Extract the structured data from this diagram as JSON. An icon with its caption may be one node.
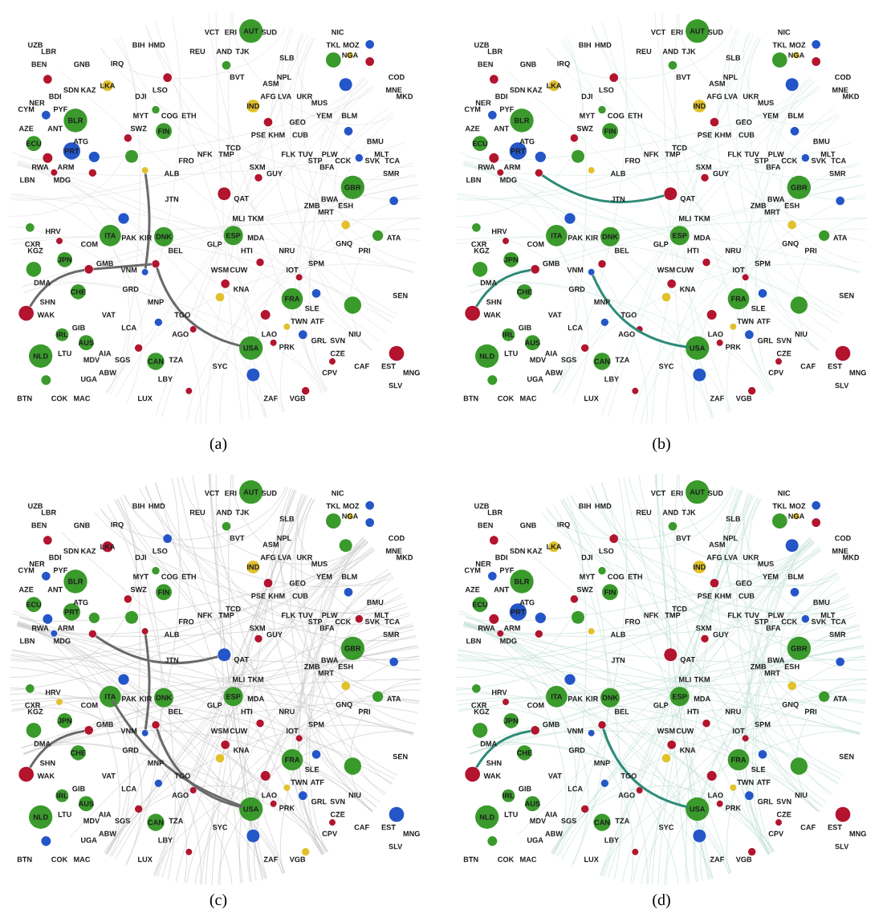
{
  "diagram": {
    "nodes": [
      {
        "text": [
          "AUT"
        ]
      },
      {
        "text": [],
        "shape": "circle"
      },
      {
        "text": [],
        "shape": "circle"
      },
      {
        "text": [],
        "shape": "circle"
      },
      {
        "text": [
          "NGA"
        ]
      },
      {
        "text": [],
        "shape": "circle"
      },
      {
        "text": [],
        "shape": "circle"
      },
      {
        "text": [],
        "shape": "circle"
      },
      {
        "text": [
          "LKA"
        ]
      },
      {
        "text": [],
        "shape": "circle"
      },
      {
        "text": [
          "IND"
        ]
      },
      {
        "text": [],
        "shape": "circle"
      },
      {
        "text": [],
        "shape": "circle"
      },
      {
        "text": [
          "BLR"
        ]
      },
      {
        "text": [],
        "shape": "circle"
      },
      {
        "text": [],
        "shape": "circle"
      },
      {
        "text": [
          "FIN"
        ]
      },
      {
        "text": [],
        "shape": "circle"
      },
      {
        "text": [
          "ECU"
        ]
      },
      {
        "text": [
          "PRT"
        ]
      },
      {
        "text": [],
        "shape": "circle"
      },
      {
        "text": [],
        "shape": "circle"
      },
      {
        "text": [],
        "shape": "circle"
      },
      {
        "text": [],
        "shape": "circle"
      },
      {
        "text": [],
        "shape": "circle"
      },
      {
        "text": [],
        "shape": "circle"
      },
      {
        "text": [],
        "shape": "circle"
      },
      {
        "text": [],
        "shape": "circle"
      },
      {
        "text": [
          "GBR"
        ]
      },
      {
        "text": [],
        "shape": "circle"
      },
      {
        "text": [],
        "shape": "circle"
      },
      {
        "text": [],
        "shape": "circle"
      },
      {
        "text": [],
        "shape": "circle"
      },
      {
        "text": [],
        "shape": "circle"
      },
      {
        "text": [],
        "shape": "circle"
      },
      {
        "text": [
          "ITA"
        ]
      },
      {
        "text": [
          "DNK"
        ]
      },
      {
        "text": [
          "ESP"
        ]
      },
      {
        "text": [],
        "shape": "circle"
      },
      {
        "text": [
          "JPN"
        ]
      },
      {
        "text": [],
        "shape": "circle"
      },
      {
        "text": [],
        "shape": "circle"
      },
      {
        "text": [],
        "shape": "circle"
      },
      {
        "text": [],
        "shape": "circle"
      },
      {
        "text": [],
        "shape": "circle"
      },
      {
        "text": [],
        "shape": "circle"
      },
      {
        "text": [
          "CHE"
        ]
      },
      {
        "text": [],
        "shape": "circle"
      },
      {
        "text": [
          "FRA"
        ]
      },
      {
        "text": [],
        "shape": "circle"
      },
      {
        "text": [],
        "shape": "circle"
      },
      {
        "text": [],
        "shape": "circle"
      },
      {
        "text": [],
        "shape": "circle"
      },
      {
        "text": [],
        "shape": "circle"
      },
      {
        "text": [],
        "shape": "circle"
      },
      {
        "text": [],
        "shape": "circle"
      },
      {
        "text": [
          "IRL"
        ]
      },
      {
        "text": [
          "AUS"
        ]
      },
      {
        "text": [],
        "shape": "circle"
      },
      {
        "text": [],
        "shape": "circle"
      },
      {
        "text": [
          "USA"
        ]
      },
      {
        "text": [],
        "shape": "circle"
      },
      {
        "text": [],
        "shape": "circle"
      },
      {
        "text": [],
        "shape": "circle"
      },
      {
        "text": [
          "NLD"
        ]
      },
      {
        "text": [
          "CAN"
        ]
      },
      {
        "text": [],
        "shape": "circle"
      },
      {
        "text": [],
        "shape": "circle"
      },
      {
        "text": [],
        "shape": "circle"
      },
      {
        "text": [],
        "shape": "circle"
      },
      {
        "text": [],
        "shape": "circle"
      },
      {
        "text": [
          "AUT"
        ]
      },
      {
        "text": [],
        "shape": "circle"
      },
      {
        "text": [],
        "shape": "circle"
      },
      {
        "text": [],
        "shape": "circle"
      },
      {
        "text": [
          "NGA"
        ]
      },
      {
        "text": [],
        "shape": "circle"
      },
      {
        "text": [],
        "shape": "circle"
      },
      {
        "text": [],
        "shape": "circle"
      },
      {
        "text": [
          "LKA"
        ]
      },
      {
        "text": [],
        "shape": "circle"
      },
      {
        "text": [
          "IND"
        ]
      },
      {
        "text": [],
        "shape": "circle"
      },
      {
        "text": [],
        "shape": "circle"
      },
      {
        "text": [
          "BLR"
        ]
      },
      {
        "text": [],
        "shape": "circle"
      },
      {
        "text": [],
        "shape": "circle"
      },
      {
        "text": [
          "FIN"
        ]
      },
      {
        "text": [],
        "shape": "circle"
      },
      {
        "text": [
          "ECU"
        ]
      },
      {
        "text": [
          "PRT"
        ]
      },
      {
        "text": [],
        "shape": "circle"
      },
      {
        "text": [],
        "shape": "circle"
      },
      {
        "text": [],
        "shape": "circle"
      },
      {
        "text": [],
        "shape": "circle"
      },
      {
        "text": [],
        "shape": "circle"
      },
      {
        "text": [],
        "shape": "circle"
      },
      {
        "text": [],
        "shape": "circle"
      },
      {
        "text": [],
        "shape": "circle"
      },
      {
        "text": [
          "GBR"
        ]
      },
      {
        "text": [],
        "shape": "circle"
      },
      {
        "text": [],
        "shape": "circle"
      },
      {
        "text": [],
        "shape": "circle"
      },
      {
        "text": [],
        "shape": "circle"
      },
      {
        "text": [],
        "shape": "circle"
      },
      {
        "text": [],
        "shape": "circle"
      },
      {
        "text": [
          "ITA"
        ]
      },
      {
        "text": [
          "DNK"
        ]
      },
      {
        "text": [
          "ESP"
        ]
      },
      {
        "text": [],
        "shape": "circle"
      },
      {
        "text": [
          "JPN"
        ]
      },
      {
        "text": [],
        "shape": "circle"
      },
      {
        "text": [],
        "shape": "circle"
      },
      {
        "text": [],
        "shape": "circle"
      },
      {
        "text": [],
        "shape": "circle"
      },
      {
        "text": [],
        "shape": "circle"
      },
      {
        "text": [],
        "shape": "circle"
      },
      {
        "text": [
          "CHE"
        ]
      },
      {
        "text": [],
        "shape": "circle"
      },
      {
        "text": [
          "FRA"
        ]
      },
      {
        "text": [],
        "shape": "circle"
      },
      {
        "text": [],
        "shape": "circle"
      },
      {
        "text": [],
        "shape": "circle"
      },
      {
        "text": [],
        "shape": "circle"
      },
      {
        "text": [],
        "shape": "circle"
      },
      {
        "text": [],
        "shape": "circle"
      },
      {
        "text": [],
        "shape": "circle"
      },
      {
        "text": [
          "IRL"
        ]
      },
      {
        "text": [
          "AUS"
        ]
      },
      {
        "text": [],
        "shape": "circle"
      },
      {
        "text": [],
        "shape": "circle"
      },
      {
        "text": [
          "USA"
        ]
      },
      {
        "text": [],
        "shape": "circle"
      },
      {
        "text": [],
        "shape": "circle"
      },
      {
        "text": [],
        "shape": "circle"
      },
      {
        "text": [
          "NLD"
        ]
      },
      {
        "text": [
          "CAN"
        ]
      },
      {
        "text": [],
        "shape": "circle"
      },
      {
        "text": [],
        "shape": "circle"
      },
      {
        "text": [],
        "shape": "circle"
      },
      {
        "text": [],
        "shape": "circle"
      },
      {
        "text": [],
        "shape": "circle"
      },
      {
        "text": [
          "AUT"
        ]
      },
      {
        "text": [],
        "shape": "circle"
      },
      {
        "text": [],
        "shape": "circle"
      },
      {
        "text": [],
        "shape": "circle"
      },
      {
        "text": [
          "NGA"
        ]
      },
      {
        "text": [],
        "shape": "circle"
      },
      {
        "text": [],
        "shape": "circle"
      },
      {
        "text": [],
        "shape": "circle"
      },
      {
        "text": [
          "LKA"
        ]
      },
      {
        "text": [],
        "shape": "circle"
      },
      {
        "text": [
          "IND"
        ]
      },
      {
        "text": [],
        "shape": "circle"
      },
      {
        "text": [],
        "shape": "circle"
      },
      {
        "text": [
          "BLR"
        ]
      },
      {
        "text": [],
        "shape": "circle"
      },
      {
        "text": [],
        "shape": "circle"
      },
      {
        "text": [
          "FIN"
        ]
      },
      {
        "text": [],
        "shape": "circle"
      },
      {
        "text": [
          "ECU"
        ]
      },
      {
        "text": [
          "PRT"
        ]
      },
      {
        "text": [],
        "shape": "circle"
      },
      {
        "text": [],
        "shape": "circle"
      },
      {
        "text": [],
        "shape": "circle"
      },
      {
        "text": [],
        "shape": "circle"
      },
      {
        "text": [],
        "shape": "circle"
      },
      {
        "text": [],
        "shape": "circle"
      },
      {
        "text": [],
        "shape": "circle"
      },
      {
        "text": [],
        "shape": "circle"
      },
      {
        "text": [
          "GBR"
        ]
      },
      {
        "text": [],
        "shape": "circle"
      },
      {
        "text": [],
        "shape": "circle"
      },
      {
        "text": [],
        "shape": "circle"
      },
      {
        "text": [],
        "shape": "circle"
      },
      {
        "text": [],
        "shape": "circle"
      },
      {
        "text": [],
        "shape": "circle"
      },
      {
        "text": [
          "ITA"
        ]
      },
      {
        "text": [
          "DNK"
        ]
      },
      {
        "text": [
          "ESP"
        ]
      },
      {
        "text": [],
        "shape": "circle"
      },
      {
        "text": [
          "JPN"
        ]
      },
      {
        "text": [],
        "shape": "circle"
      },
      {
        "text": [],
        "shape": "circle"
      },
      {
        "text": [],
        "shape": "circle"
      },
      {
        "text": [],
        "shape": "circle"
      },
      {
        "text": [],
        "shape": "circle"
      },
      {
        "text": [],
        "shape": "circle"
      },
      {
        "text": [
          "CHE"
        ]
      },
      {
        "text": [],
        "shape": "circle"
      },
      {
        "text": [
          "FRA"
        ]
      },
      {
        "text": [],
        "shape": "circle"
      },
      {
        "text": [],
        "shape": "circle"
      },
      {
        "text": [],
        "shape": "circle"
      },
      {
        "text": [],
        "shape": "circle"
      },
      {
        "text": [],
        "shape": "circle"
      },
      {
        "text": [],
        "shape": "circle"
      },
      {
        "text": [],
        "shape": "circle"
      },
      {
        "text": [
          "IRL"
        ]
      },
      {
        "text": [
          "AUS"
        ]
      },
      {
        "text": [],
        "shape": "circle"
      },
      {
        "text": [],
        "shape": "circle"
      },
      {
        "text": [
          "USA"
        ]
      },
      {
        "text": [],
        "shape": "circle"
      },
      {
        "text": [],
        "shape": "circle"
      },
      {
        "text": [],
        "shape": "circle"
      },
      {
        "text": [
          "NLD"
        ]
      },
      {
        "text": [
          "CAN"
        ]
      },
      {
        "text": [],
        "shape": "circle"
      },
      {
        "text": [],
        "shape": "circle"
      },
      {
        "text": [],
        "shape": "circle"
      },
      {
        "text": [],
        "shape": "circle"
      },
      {
        "text": [],
        "shape": "circle"
      },
      {
        "text": [
          "AUT"
        ]
      },
      {
        "text": [],
        "shape": "circle"
      },
      {
        "text": [],
        "shape": "circle"
      },
      {
        "text": [],
        "shape": "circle"
      },
      {
        "text": [
          "NGA"
        ]
      },
      {
        "text": [],
        "shape": "circle"
      },
      {
        "text": [],
        "shape": "circle"
      },
      {
        "text": [],
        "shape": "circle"
      },
      {
        "text": [
          "LKA"
        ]
      },
      {
        "text": [],
        "shape": "circle"
      },
      {
        "text": [
          "IND"
        ]
      },
      {
        "text": [],
        "shape": "circle"
      },
      {
        "text": [],
        "shape": "circle"
      },
      {
        "text": [
          "BLR"
        ]
      },
      {
        "text": [],
        "shape": "circle"
      },
      {
        "text": [],
        "shape": "circle"
      },
      {
        "text": [
          "FIN"
        ]
      },
      {
        "text": [],
        "shape": "circle"
      },
      {
        "text": [
          "ECU"
        ]
      },
      {
        "text": [
          "PRT"
        ]
      },
      {
        "text": [],
        "shape": "circle"
      },
      {
        "text": [],
        "shape": "circle"
      },
      {
        "text": [],
        "shape": "circle"
      },
      {
        "text": [],
        "shape": "circle"
      },
      {
        "text": [],
        "shape": "circle"
      },
      {
        "text": [],
        "shape": "circle"
      },
      {
        "text": [],
        "shape": "circle"
      },
      {
        "text": [],
        "shape": "circle"
      },
      {
        "text": [
          "GBR"
        ]
      },
      {
        "text": [],
        "shape": "circle"
      },
      {
        "text": [],
        "shape": "circle"
      },
      {
        "text": [],
        "shape": "circle"
      },
      {
        "text": [],
        "shape": "circle"
      },
      {
        "text": [],
        "shape": "circle"
      },
      {
        "text": [],
        "shape": "circle"
      },
      {
        "text": [
          "ITA"
        ]
      },
      {
        "text": [
          "DNK"
        ]
      },
      {
        "text": [
          "ESP"
        ]
      },
      {
        "text": [],
        "shape": "circle"
      },
      {
        "text": [
          "JPN"
        ]
      },
      {
        "text": [],
        "shape": "circle"
      },
      {
        "text": [],
        "shape": "circle"
      },
      {
        "text": [],
        "shape": "circle"
      },
      {
        "text": [],
        "shape": "circle"
      },
      {
        "text": [],
        "shape": "circle"
      },
      {
        "text": [],
        "shape": "circle"
      },
      {
        "text": [
          "CHE"
        ]
      },
      {
        "text": [],
        "shape": "circle"
      },
      {
        "text": [
          "FRA"
        ]
      },
      {
        "text": [],
        "shape": "circle"
      },
      {
        "text": [],
        "shape": "circle"
      },
      {
        "text": [],
        "shape": "circle"
      },
      {
        "text": [],
        "shape": "circle"
      },
      {
        "text": [],
        "shape": "circle"
      },
      {
        "text": [],
        "shape": "circle"
      },
      {
        "text": [],
        "shape": "circle"
      },
      {
        "text": [
          "IRL"
        ]
      },
      {
        "text": [
          "AUS"
        ]
      },
      {
        "text": [],
        "shape": "circle"
      },
      {
        "text": [],
        "shape": "circle"
      },
      {
        "text": [
          "USA"
        ]
      },
      {
        "text": [],
        "shape": "circle"
      },
      {
        "text": [],
        "shape": "circle"
      },
      {
        "text": [],
        "shape": "circle"
      },
      {
        "text": [
          "NLD"
        ]
      },
      {
        "text": [
          "CAN"
        ]
      },
      {
        "text": [],
        "shape": "circle"
      },
      {
        "text": [],
        "shape": "circle"
      },
      {
        "text": [],
        "shape": "circle"
      },
      {
        "text": [],
        "shape": "circle"
      },
      {
        "text": [],
        "shape": "circle"
      }
    ],
    "edges": [
      {
        "from": 52,
        "to": 41,
        "arrow": "none"
      },
      {
        "from": 41,
        "to": 43,
        "arrow": "none"
      },
      {
        "from": 25,
        "to": 42,
        "arrow": "none"
      },
      {
        "from": 43,
        "to": 60,
        "arrow": "none"
      },
      {
        "from": 95,
        "to": 100,
        "arrow": "none",
        "color": "#2e8b78"
      },
      {
        "from": 123,
        "to": 112,
        "arrow": "none",
        "color": "#2e8b78"
      },
      {
        "from": 113,
        "to": 131,
        "arrow": "none",
        "color": "#2e8b78"
      },
      {
        "from": 194,
        "to": 183,
        "arrow": "none"
      },
      {
        "from": 167,
        "to": 184,
        "arrow": "none"
      },
      {
        "from": 185,
        "to": 202,
        "arrow": "none"
      },
      {
        "from": 166,
        "to": 171,
        "arrow": "none"
      },
      {
        "from": 177,
        "to": 202,
        "arrow": "none"
      },
      {
        "from": 265,
        "to": 254,
        "arrow": "none",
        "color": "#2e8b78"
      },
      {
        "from": 256,
        "to": 273,
        "arrow": "none",
        "color": "#2e8b78"
      }
    ],
    "labels": [
      "VCT",
      "ERI",
      "SUD",
      "NIC",
      "UZB",
      "BIH",
      "HMD",
      "TKL",
      "MOZ",
      "LBR",
      "REU",
      "AND",
      "TJK",
      "SLB",
      "BEN",
      "GNB",
      "IRQ",
      "BVT",
      "NPL",
      "COD",
      "ASM",
      "SDN",
      "KAZ",
      "LSO",
      "MNE",
      "BDI",
      "DJI",
      "AFG",
      "LVA",
      "UKR",
      "MKD",
      "NER",
      "MUS",
      "CYM",
      "PYF",
      "MYT",
      "COG",
      "ETH",
      "YEM",
      "BLM",
      "GEO",
      "AZE",
      "ANT",
      "SWZ",
      "PSE",
      "KHM",
      "CUB",
      "ATG",
      "BMU",
      "TCD",
      "NFK",
      "TMP",
      "FLK",
      "TUV",
      "PLW",
      "MLT",
      "FRO",
      "STP",
      "CCK",
      "SVK",
      "TCA",
      "RWA",
      "ARM",
      "SXM",
      "BFA",
      "ALB",
      "GUY",
      "SMR",
      "LBN",
      "MDG",
      "JTN",
      "QAT",
      "BWA",
      "ZMB",
      "ESH",
      "MRT",
      "MLI",
      "TKM",
      "HRV",
      "PAK",
      "KIR",
      "MDA",
      "ATA",
      "CXR",
      "COM",
      "GLP",
      "GNQ",
      "KGZ",
      "BEL",
      "HTI",
      "NRU",
      "PRI",
      "GMB",
      "SPM",
      "VNM",
      "WSM",
      "CUW",
      "IOT",
      "DMA",
      "GRD",
      "KNA",
      "SEN",
      "SHN",
      "MNP",
      "SLE",
      "WAK",
      "VAT",
      "TGO",
      "TWN",
      "ATF",
      "GIB",
      "LCA",
      "AGO",
      "LAO",
      "NIU",
      "GRL",
      "SVN",
      "PRK",
      "LTU",
      "AIA",
      "CZE",
      "MDV",
      "SGS",
      "TZA",
      "SYC",
      "CAF",
      "EST",
      "ABW",
      "CPV",
      "MNG",
      "UGA",
      "LBY",
      "SLV",
      "BTN",
      "COK",
      "MAC",
      "LUX",
      "ZAF",
      "VGB",
      "(a)",
      "VCT",
      "ERI",
      "SUD",
      "NIC",
      "UZB",
      "BIH",
      "HMD",
      "TKL",
      "MOZ",
      "LBR",
      "REU",
      "AND",
      "TJK",
      "SLB",
      "BEN",
      "GNB",
      "IRQ",
      "BVT",
      "NPL",
      "COD",
      "ASM",
      "SDN",
      "KAZ",
      "LSO",
      "MNE",
      "BDI",
      "DJI",
      "AFG",
      "LVA",
      "UKR",
      "MKD",
      "NER",
      "MUS",
      "CYM",
      "PYF",
      "MYT",
      "COG",
      "ETH",
      "YEM",
      "BLM",
      "GEO",
      "AZE",
      "ANT",
      "SWZ",
      "PSE",
      "KHM",
      "CUB",
      "ATG",
      "BMU",
      "TCD",
      "NFK",
      "TMP",
      "FLK",
      "TUV",
      "PLW",
      "MLT",
      "FRO",
      "STP",
      "CCK",
      "SVK",
      "TCA",
      "RWA",
      "ARM",
      "SXM",
      "BFA",
      "ALB",
      "GUY",
      "SMR",
      "LBN",
      "MDG",
      "JTN",
      "QAT",
      "BWA",
      "ZMB",
      "ESH",
      "MRT",
      "MLI",
      "TKM",
      "HRV",
      "PAK",
      "KIR",
      "MDA",
      "ATA",
      "CXR",
      "COM",
      "GLP",
      "GNQ",
      "KGZ",
      "BEL",
      "HTI",
      "NRU",
      "PRI",
      "GMB",
      "SPM",
      "VNM",
      "WSM",
      "CUW",
      "IOT",
      "DMA",
      "GRD",
      "KNA",
      "SEN",
      "SHN",
      "MNP",
      "SLE",
      "WAK",
      "VAT",
      "TGO",
      "TWN",
      "ATF",
      "GIB",
      "LCA",
      "AGO",
      "LAO",
      "NIU",
      "GRL",
      "SVN",
      "PRK",
      "LTU",
      "AIA",
      "CZE",
      "MDV",
      "SGS",
      "TZA",
      "SYC",
      "CAF",
      "EST",
      "ABW",
      "CPV",
      "MNG",
      "UGA",
      "LBY",
      "SLV",
      "BTN",
      "COK",
      "MAC",
      "LUX",
      "ZAF",
      "VGB",
      "(b)",
      "VCT",
      "ERI",
      "SUD",
      "NIC",
      "UZB",
      "BIH",
      "HMD",
      "TKL",
      "MOZ",
      "LBR",
      "REU",
      "AND",
      "TJK",
      "SLB",
      "BEN",
      "GNB",
      "IRQ",
      "BVT",
      "NPL",
      "COD",
      "ASM",
      "SDN",
      "KAZ",
      "LSO",
      "MNE",
      "BDI",
      "DJI",
      "AFG",
      "LVA",
      "UKR",
      "MKD",
      "NER",
      "MUS",
      "CYM",
      "PYF",
      "MYT",
      "COG",
      "ETH",
      "YEM",
      "BLM",
      "GEO",
      "AZE",
      "ANT",
      "SWZ",
      "PSE",
      "KHM",
      "CUB",
      "ATG",
      "BMU",
      "TCD",
      "NFK",
      "TMP",
      "FLK",
      "TUV",
      "PLW",
      "MLT",
      "FRO",
      "STP",
      "CCK",
      "SVK",
      "TCA",
      "RWA",
      "ARM",
      "SXM",
      "BFA",
      "ALB",
      "GUY",
      "SMR",
      "LBN",
      "MDG",
      "JTN",
      "QAT",
      "BWA",
      "ZMB",
      "ESH",
      "MRT",
      "MLI",
      "TKM",
      "HRV",
      "PAK",
      "KIR",
      "MDA",
      "ATA",
      "CXR",
      "COM",
      "GLP",
      "GNQ",
      "KGZ",
      "BEL",
      "HTI",
      "NRU",
      "PRI",
      "GMB",
      "SPM",
      "VNM",
      "WSM",
      "CUW",
      "IOT",
      "DMA",
      "GRD",
      "KNA",
      "SEN",
      "SHN",
      "MNP",
      "SLE",
      "WAK",
      "VAT",
      "TGO",
      "TWN",
      "ATF",
      "GIB",
      "LCA",
      "AGO",
      "LAO",
      "NIU",
      "GRL",
      "SVN",
      "PRK",
      "LTU",
      "AIA",
      "CZE",
      "MDV",
      "SGS",
      "TZA",
      "SYC",
      "CAF",
      "EST",
      "ABW",
      "CPV",
      "MNG",
      "UGA",
      "LBY",
      "SLV",
      "BTN",
      "COK",
      "MAC",
      "LUX",
      "ZAF",
      "VGB",
      "(c)",
      "VCT",
      "ERI",
      "SUD",
      "NIC",
      "UZB",
      "BIH",
      "HMD",
      "TKL",
      "MOZ",
      "LBR",
      "REU",
      "AND",
      "TJK",
      "SLB",
      "BEN",
      "GNB",
      "IRQ",
      "BVT",
      "NPL",
      "COD",
      "ASM",
      "SDN",
      "KAZ",
      "LSO",
      "MNE",
      "BDI",
      "DJI",
      "AFG",
      "LVA",
      "UKR",
      "MKD",
      "NER",
      "MUS",
      "CYM",
      "PYF",
      "MYT",
      "COG",
      "ETH",
      "YEM",
      "BLM",
      "GEO",
      "AZE",
      "ANT",
      "SWZ",
      "PSE",
      "KHM",
      "CUB",
      "ATG",
      "BMU",
      "TCD",
      "NFK",
      "TMP",
      "FLK",
      "TUV",
      "PLW",
      "MLT",
      "FRO",
      "STP",
      "CCK",
      "SVK",
      "TCA",
      "RWA",
      "ARM",
      "SXM",
      "BFA",
      "ALB",
      "GUY",
      "SMR",
      "LBN",
      "MDG",
      "JTN",
      "QAT",
      "BWA",
      "ZMB",
      "ESH",
      "MRT",
      "MLI",
      "TKM",
      "HRV",
      "PAK",
      "KIR",
      "MDA",
      "ATA",
      "CXR",
      "COM",
      "GLP",
      "GNQ",
      "KGZ",
      "BEL",
      "HTI",
      "NRU",
      "PRI",
      "GMB",
      "SPM",
      "VNM",
      "WSM",
      "CUW",
      "IOT",
      "DMA",
      "GRD",
      "KNA",
      "SEN",
      "SHN",
      "MNP",
      "SLE",
      "WAK",
      "VAT",
      "TGO",
      "TWN",
      "ATF",
      "GIB",
      "LCA",
      "AGO",
      "LAO",
      "NIU",
      "GRL",
      "SVN",
      "PRK",
      "LTU",
      "AIA",
      "CZE",
      "MDV",
      "SGS",
      "TZA",
      "SYC",
      "CAF",
      "EST",
      "ABW",
      "CPV",
      "MNG",
      "UGA",
      "LBY",
      "SLV",
      "BTN",
      "COK",
      "MAC",
      "LUX",
      "ZAF",
      "VGB",
      "(d)"
    ]
  }
}
